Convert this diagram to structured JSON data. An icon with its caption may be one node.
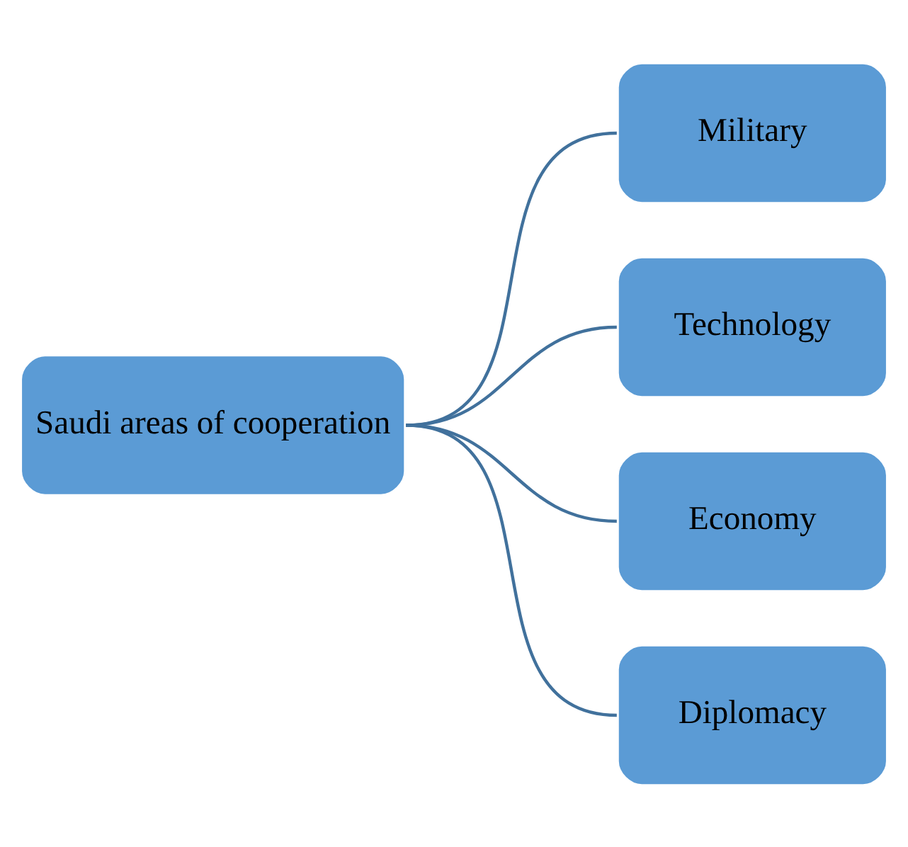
{
  "diagram": {
    "nodes": [
      {
        "text": [
          "Saudi areas of cooperation"
        ]
      },
      {
        "text": [
          "Military"
        ]
      },
      {
        "text": [
          "Technology"
        ]
      },
      {
        "text": [
          "Economy"
        ]
      },
      {
        "text": [
          "Diplomacy"
        ]
      }
    ],
    "edges": [
      {
        "from": 0,
        "to": 1,
        "arrow": "none"
      },
      {
        "from": 0,
        "to": 2,
        "arrow": "none"
      },
      {
        "from": 0,
        "to": 3,
        "arrow": "none"
      },
      {
        "from": 0,
        "to": 4,
        "arrow": "none"
      }
    ]
  }
}
